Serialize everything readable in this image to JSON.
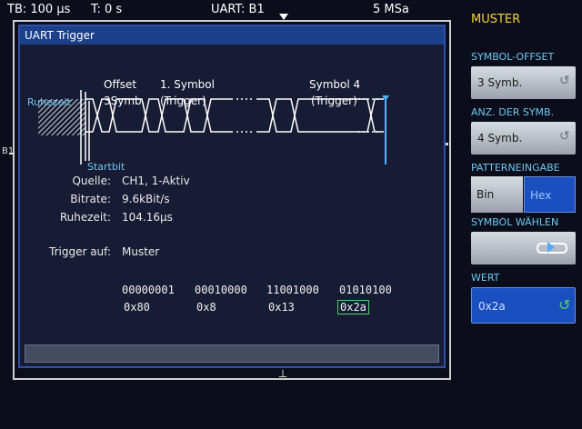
{
  "topbar": {
    "timebase": "TB: 100 µs",
    "time": "T: 0 s",
    "trigger_source": "UART: B1",
    "samplerate": "5 MSa"
  },
  "side_label": "B1",
  "dialog": {
    "title": "UART Trigger",
    "diagram": {
      "idle": "Ruhezeit",
      "offset_label_1": "Offset",
      "offset_label_2": "3Symb.",
      "symbol1_1": "1. Symbol",
      "symbol1_2": "(Trigger)",
      "symbol4_1": "Symbol 4",
      "symbol4_2": "(Trigger)",
      "startbit": "Startbit"
    },
    "info": [
      {
        "label": "Quelle:",
        "value": "CH1, 1-Aktiv"
      },
      {
        "label": "Bitrate:",
        "value": "9.6kBit/s"
      },
      {
        "label": "Ruhezeit:",
        "value": "104.16µs"
      }
    ],
    "trigger_on_label": "Trigger auf:",
    "trigger_on_value": "Muster",
    "patterns": [
      {
        "bin": "00000001",
        "hex": "0x80"
      },
      {
        "bin": "00010000",
        "hex": "0x8"
      },
      {
        "bin": "11001000",
        "hex": "0x13"
      },
      {
        "bin": "01010100",
        "hex": "0x2a"
      }
    ]
  },
  "menu": {
    "title": "MUSTER",
    "symbol_offset_label": "SYMBOL-OFFSET",
    "symbol_offset_value": "3 Symb.",
    "anz_label": "ANZ. DER SYMB.",
    "anz_value": "4 Symb.",
    "pattern_input_label": "PATTERNEINGABE",
    "pattern_bin": "Bin",
    "pattern_hex": "Hex",
    "symbol_select_label": "SYMBOL WÄHLEN",
    "wert_label": "WERT",
    "wert_value": "0x2a"
  },
  "colors": {
    "accent_yellow": "#f5d23a",
    "label_cyan": "#6fc7f0",
    "active_blue": "#1b4fbf",
    "focus_green": "#4fd06a"
  }
}
